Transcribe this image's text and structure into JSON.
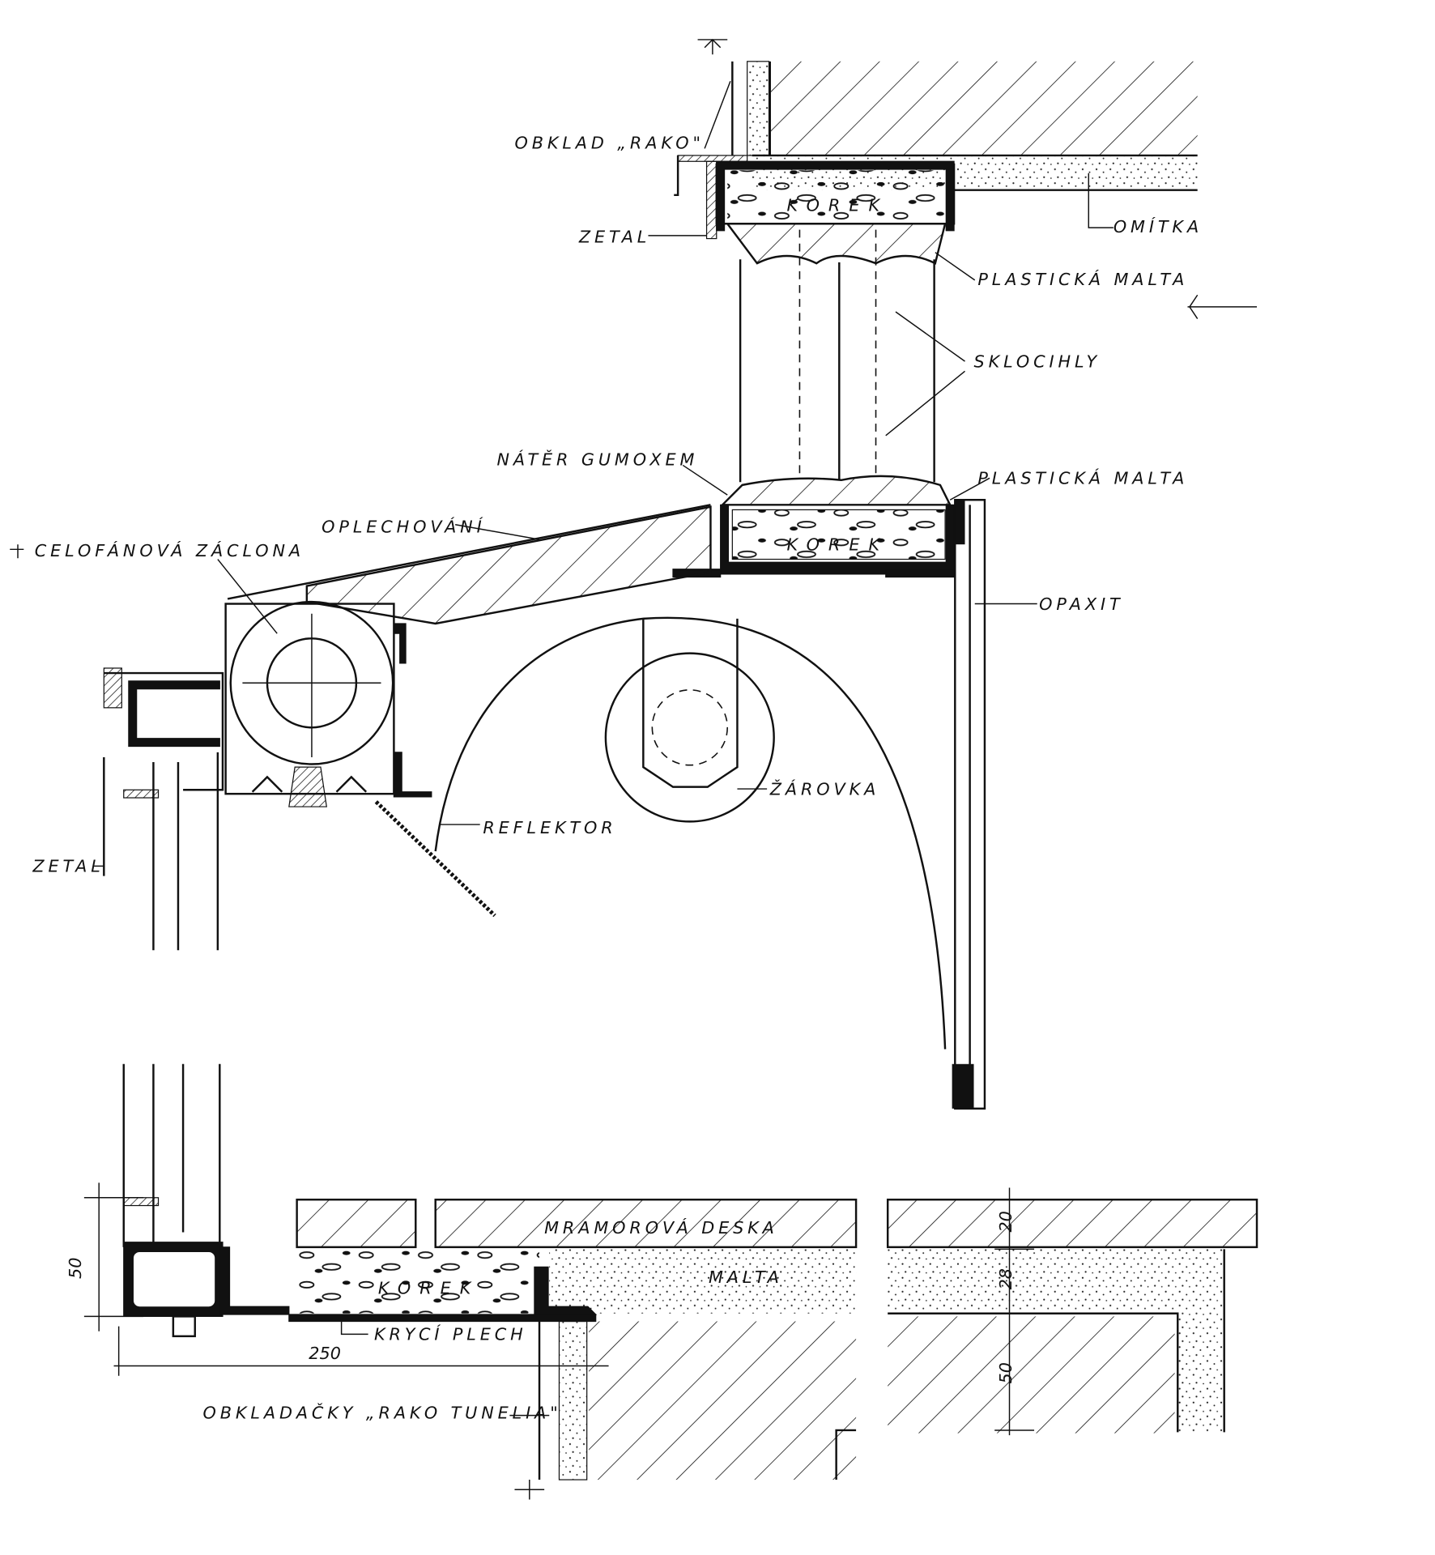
{
  "drawing": {
    "labels": {
      "obklad_rako": "OBKLAD „RAKO\"",
      "zetal_top": "ZETAL",
      "omitka": "OMÍTKA",
      "plasticka_malta_top": "PLASTICKÁ  MALTA",
      "sklocihly": "SKLOCIHLY",
      "nater_gumoxem": "NÁTĚR  GUMOXEM",
      "plasticka_malta_bottom": "PLASTICKÁ  MALTA",
      "oplechovani": "OPLECHOVÁNÍ",
      "celofanova_zaclona": "CELOFÁNOVÁ  ZÁCLONA",
      "opaxit": "OPAXIT",
      "zarovka": "ŽÁROVKA",
      "reflektor": "REFLEKTOR",
      "zetal_left": "ZETAL",
      "korek_top": "KOREK",
      "korek_mid": "KOREK",
      "korek_bottom": "KOREK",
      "mramorova_deska": "MRAMOROVÁ      DESKA",
      "malta": "MALTA",
      "kryci_plech": "KRYCÍ  PLECH",
      "obkladacky": "OBKLADAČKY „RAKO TUNELIA\""
    },
    "dimensions": {
      "d50_left": "50",
      "d250": "250",
      "d20": "20",
      "d28": "28",
      "d50_right": "50"
    }
  }
}
